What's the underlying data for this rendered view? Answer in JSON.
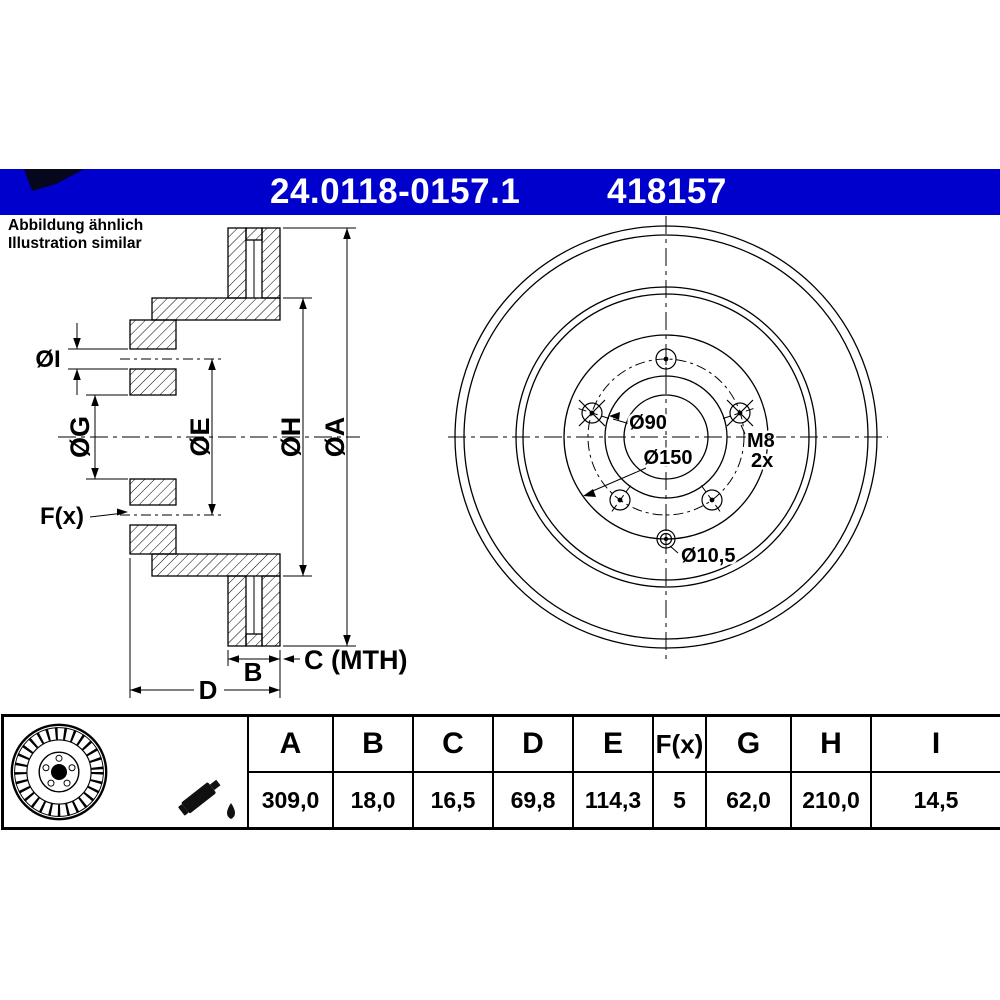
{
  "header": {
    "part_number": "24.0118-0157.1",
    "ref_number": "418157"
  },
  "note": {
    "line1": "Abbildung ähnlich",
    "line2": "Illustration similar"
  },
  "section": {
    "dim_a": "ØA",
    "dim_h": "ØH",
    "dim_e": "ØE",
    "dim_g": "ØG",
    "dim_i": "ØI",
    "dim_f": "F(x)",
    "dim_b": "B",
    "dim_c": "C (MTH)",
    "dim_d": "D"
  },
  "front": {
    "d90": "Ø90",
    "d150": "Ø150",
    "m8": "M8",
    "m8_qty": "2x",
    "d105": "Ø10,5"
  },
  "table": {
    "headers": [
      "A",
      "B",
      "C",
      "D",
      "E",
      "F(x)",
      "G",
      "H",
      "I"
    ],
    "values": [
      "309,0",
      "18,0",
      "16,5",
      "69,8",
      "114,3",
      "5",
      "62,0",
      "210,0",
      "14,5"
    ]
  },
  "colors": {
    "accent": "#0000CC"
  }
}
